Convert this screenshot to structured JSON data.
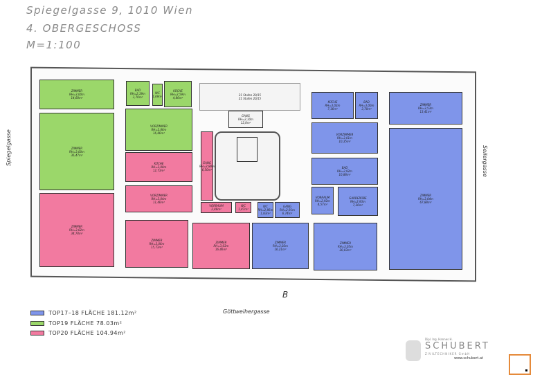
{
  "header": {
    "address": "Spiegelgasse 9, 1010 Wien",
    "floor": "4. OBERGESCHOSS",
    "scale": "M=1:100"
  },
  "streets": {
    "left": "Spiegelgasse",
    "right": "Seilergasse",
    "bottom": "Göttweihergasse",
    "section": "B"
  },
  "colors": {
    "top17_18": "#7f95ea",
    "top19": "#9bd76a",
    "top20": "#f27aa0"
  },
  "legend": [
    {
      "label": "TOP17–18 FLÄCHE 181.12m²",
      "unit": "top17_18"
    },
    {
      "label": "TOP19 FLÄCHE 78.03m²",
      "unit": "top19"
    },
    {
      "label": "TOP20 FLÄCHE 104.94m²",
      "unit": "top20"
    }
  ],
  "stairs": [
    {
      "label": "21 Stufen 20/15"
    },
    {
      "label": "21 Stufen 20/15"
    }
  ],
  "rooms": [
    {
      "name": "ZIMMER",
      "rh": "RH=3,00m",
      "area": "14,68m²"
    },
    {
      "name": "ZIMMER",
      "rh": "RH=3,00m",
      "area": "36,47m²"
    },
    {
      "name": "BAD",
      "rh": "RH=2,39m",
      "area": "3,70m²"
    },
    {
      "name": "WC",
      "rh": "",
      "area": "1,69m²"
    },
    {
      "name": "KÜCHE",
      "rh": "RH=2,59m",
      "area": "4,86m²"
    },
    {
      "name": "VORZIMMER",
      "rh": "RH=2,86m",
      "area": "16,86m²"
    },
    {
      "name": "KÜCHE",
      "rh": "RH=3,00m",
      "area": "12,73m²"
    },
    {
      "name": "VORZIMMER",
      "rh": "RH=3,04m",
      "area": "11,46m²"
    },
    {
      "name": "ZIMMER",
      "rh": "RH=3,02m",
      "area": "34,74m²"
    },
    {
      "name": "ZIMMER",
      "rh": "RH=3,06m",
      "area": "15,73m²"
    },
    {
      "name": "ZIMMER",
      "rh": "RH=3,03m",
      "area": "16,46m²"
    },
    {
      "name": "GANG",
      "rh": "RH=2,88m",
      "area": "6,50m²"
    },
    {
      "name": "VORRAUM",
      "rh": "",
      "area": "2,48m²"
    },
    {
      "name": "WC",
      "rh": "",
      "area": "1,47m²"
    },
    {
      "name": "WC",
      "rh": "RH=2,86m",
      "area": "1,83m²"
    },
    {
      "name": "GANG",
      "rh": "RH=2,91m",
      "area": "6,74m²"
    },
    {
      "name": "ZIMMER",
      "rh": "RH=3,02m",
      "area": "16,21m²"
    },
    {
      "name": "ZIMMER",
      "rh": "RH=3,05m",
      "area": "20,03m²"
    },
    {
      "name": "KÜCHE",
      "rh": "RH=3,02m",
      "area": "7,16m²"
    },
    {
      "name": "BAD",
      "rh": "RH=3,00m",
      "area": "3,70m²"
    },
    {
      "name": "ZIMMER",
      "rh": "RH=3,53m",
      "area": "13,41m²"
    },
    {
      "name": "ZIMMER",
      "rh": "RH=3,04m",
      "area": "67,88m²"
    },
    {
      "name": "VORZIMMER",
      "rh": "RH=3,01m",
      "area": "10,35m²"
    },
    {
      "name": "BAD",
      "rh": "RH=2,92m",
      "area": "10,88m²"
    },
    {
      "name": "VORRAUM",
      "rh": "RH=2,92m",
      "area": "4,57m²"
    },
    {
      "name": "GARDEROBE",
      "rh": "RH=2,93m",
      "area": "7,26m²"
    },
    {
      "name": "GANG",
      "rh": "RH=2,10m",
      "area": "12,8m²"
    }
  ],
  "logo": {
    "line1": "Dipl. Ing. Hannes H.",
    "name": "SCHUBERT",
    "line2": "ZIVILTECHNIKER GmbH",
    "web": "www.schubert.at"
  }
}
